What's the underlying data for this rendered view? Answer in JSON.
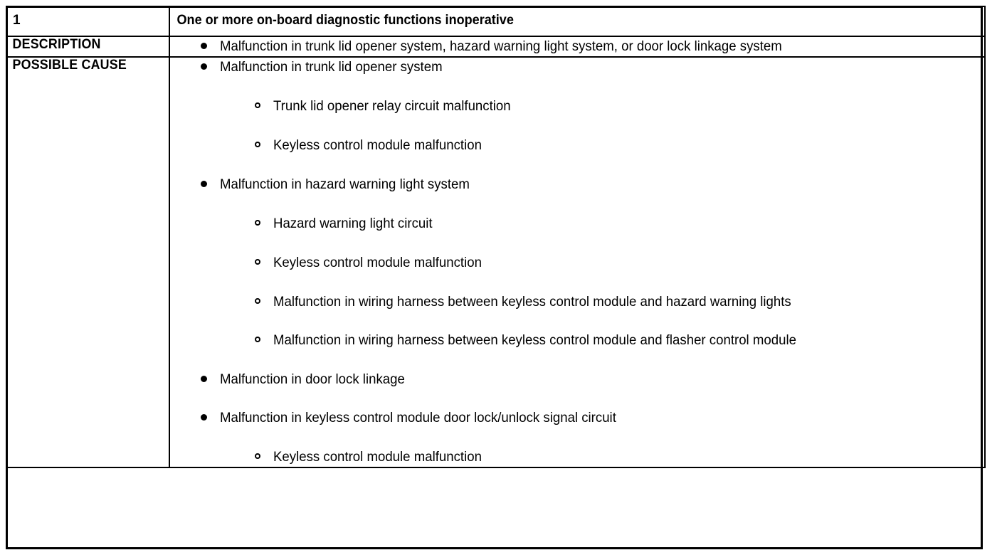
{
  "table": {
    "code_row": {
      "code": "1",
      "title": "One or more on-board diagnostic functions inoperative"
    },
    "description_row": {
      "label": "DESCRIPTION",
      "items": [
        {
          "level": 1,
          "marker": "filled-bullet",
          "text": "Malfunction in trunk lid opener system, hazard warning light system, or door lock linkage system"
        }
      ]
    },
    "possible_cause_row": {
      "label": "POSSIBLE CAUSE",
      "items": [
        {
          "level": 1,
          "marker": "filled-bullet",
          "text": "Malfunction in trunk lid opener system"
        },
        {
          "level": 2,
          "marker": "hollow-circle",
          "text": "Trunk lid opener relay circuit malfunction"
        },
        {
          "level": 2,
          "marker": "hollow-circle",
          "text": "Keyless control module malfunction"
        },
        {
          "level": 1,
          "marker": "filled-bullet",
          "text": "Malfunction in hazard warning light system"
        },
        {
          "level": 2,
          "marker": "hollow-circle",
          "text": "Hazard warning light circuit"
        },
        {
          "level": 2,
          "marker": "hollow-circle",
          "text": "Keyless control module malfunction"
        },
        {
          "level": 2,
          "marker": "hollow-circle",
          "text": "Malfunction in wiring harness between keyless control module and hazard warning lights"
        },
        {
          "level": 2,
          "marker": "hollow-circle",
          "text": "Malfunction in wiring harness between keyless control module and flasher control module"
        },
        {
          "level": 1,
          "marker": "filled-bullet",
          "text": "Malfunction in door lock linkage"
        },
        {
          "level": 1,
          "marker": "filled-bullet",
          "text": "Malfunction in keyless control module door lock/unlock signal circuit"
        },
        {
          "level": 2,
          "marker": "hollow-circle",
          "text": "Keyless control module malfunction"
        }
      ]
    }
  },
  "colors": {
    "border": "#000000",
    "text": "#000000",
    "background": "#ffffff"
  }
}
